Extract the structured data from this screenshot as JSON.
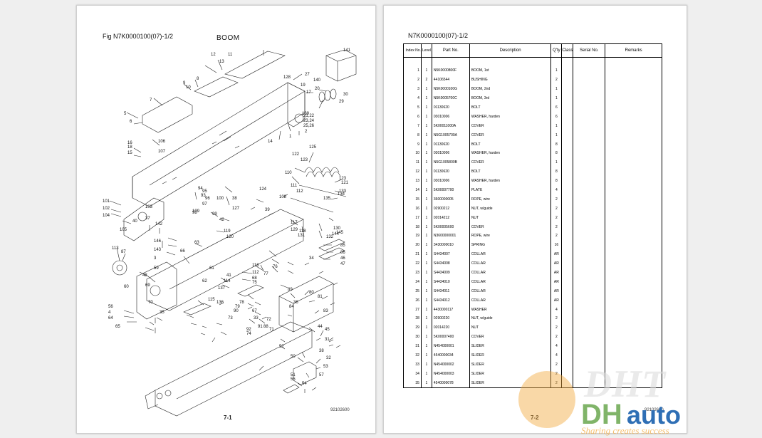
{
  "left_page": {
    "fig_label": "Fig  N7K0000100(07)-1/2",
    "figure_name": "BOOM",
    "page_number": "7-1",
    "drawing_code": "92102600",
    "callouts": [
      "12",
      "13",
      "11",
      "9",
      "10",
      "8",
      "7",
      "5",
      "6",
      "128",
      "19",
      "17",
      "20",
      "27",
      "140",
      "141",
      "139",
      "21,22",
      "23,24",
      "25,26",
      "29",
      "30",
      "1",
      "2",
      "14",
      "106",
      "107",
      "18",
      "16",
      "15",
      "122",
      "123",
      "125",
      "110",
      "111",
      "112",
      "121",
      "123",
      "124",
      "94",
      "93",
      "95",
      "96",
      "97",
      "99",
      "98",
      "100",
      "109",
      "38",
      "101",
      "102",
      "104",
      "103",
      "105",
      "37",
      "142",
      "40",
      "108",
      "127",
      "135",
      "134",
      "133",
      "39",
      "42",
      "119",
      "120",
      "117",
      "118",
      "129",
      "131",
      "130",
      "132",
      "144",
      "145",
      "146",
      "143",
      "3",
      "59",
      "63",
      "66",
      "113",
      "87",
      "34",
      "85",
      "86",
      "46",
      "47",
      "48",
      "69",
      "70",
      "60",
      "61",
      "62",
      "137",
      "136",
      "115",
      "114",
      "41",
      "116",
      "112",
      "68",
      "75",
      "76",
      "77",
      "89",
      "36",
      "80",
      "81",
      "83",
      "84",
      "78",
      "67",
      "33",
      "91",
      "92",
      "88",
      "90",
      "79",
      "73",
      "74",
      "72",
      "71",
      "44",
      "45",
      "31",
      "38",
      "52",
      "50",
      "32",
      "51",
      "55",
      "54",
      "53",
      "57",
      "56",
      "4",
      "64",
      "65",
      "35"
    ]
  },
  "right_page": {
    "title": "N7K0000100(07)-1/2",
    "page_number": "7-2",
    "drawing_code": "92102600",
    "columns": [
      "Index No.",
      "Level",
      "Part No.",
      "Description",
      "Q'ty",
      "Class",
      "Serial No.",
      "Remarks"
    ],
    "rows": [
      [
        "1",
        "1",
        "N5K0000800F",
        "BOOM, 1st",
        "1"
      ],
      [
        "2",
        "2",
        "44106544",
        "BUSHING",
        "2"
      ],
      [
        "3",
        "1",
        "N5K0000100G",
        "BOOM, 2nd",
        "1"
      ],
      [
        "4",
        "1",
        "N5K0005700C",
        "BOOM, 3rd",
        "1"
      ],
      [
        "5",
        "1",
        "01130620",
        "BOLT",
        "6"
      ],
      [
        "6",
        "1",
        "03010006",
        "WASHER, harden",
        "6"
      ],
      [
        "7",
        "1",
        "5K00011000A",
        "COVER",
        "1"
      ],
      [
        "8",
        "1",
        "N5G1005700A",
        "COVER",
        "1"
      ],
      [
        "9",
        "1",
        "01130620",
        "BOLT",
        "8"
      ],
      [
        "10",
        "1",
        "03010006",
        "WASHER, harden",
        "8"
      ],
      [
        "11",
        "1",
        "N5G1005800B",
        "COVER",
        "1"
      ],
      [
        "12",
        "1",
        "01130620",
        "BOLT",
        "8"
      ],
      [
        "13",
        "1",
        "03010006",
        "WASHER, harden",
        "8"
      ],
      [
        "14",
        "1",
        "5K00007700",
        "PLATE",
        "4"
      ],
      [
        "15",
        "1",
        "3600000005",
        "ROPE, wire",
        "2"
      ],
      [
        "16",
        "1",
        "02900212",
        "NUT, w/guide",
        "2"
      ],
      [
        "17",
        "1",
        "02014212",
        "NUT",
        "2"
      ],
      [
        "18",
        "1",
        "5K00005600",
        "COVER",
        "2"
      ],
      [
        "19",
        "1",
        "N3600000001",
        "ROPE, wire",
        "2"
      ],
      [
        "20",
        "1",
        "3430000010",
        "SPRING",
        "16"
      ],
      [
        "21",
        "1",
        "S4434007",
        "COLLAR",
        "AR"
      ],
      [
        "22",
        "1",
        "S4434008",
        "COLLAR",
        "AR"
      ],
      [
        "23",
        "1",
        "S4434009",
        "COLLAR",
        "AR"
      ],
      [
        "24",
        "1",
        "S4434010",
        "COLLAR",
        "AR"
      ],
      [
        "25",
        "1",
        "S4434011",
        "COLLAR",
        "AR"
      ],
      [
        "26",
        "1",
        "S4434012",
        "COLLAR",
        "AR"
      ],
      [
        "27",
        "1",
        "4430000117",
        "WASHER",
        "4"
      ],
      [
        "28",
        "1",
        "02900220",
        "NUT, w/guide",
        "2"
      ],
      [
        "29",
        "1",
        "02014220",
        "NUT",
        "2"
      ],
      [
        "30",
        "1",
        "5K00007400",
        "COVER",
        "2"
      ],
      [
        "31",
        "1",
        "N454000001",
        "SLIDER",
        "4"
      ],
      [
        "32",
        "1",
        "4540000034",
        "SLIDER",
        "4"
      ],
      [
        "33",
        "1",
        "N454000002",
        "SLIDER",
        "2"
      ],
      [
        "34",
        "1",
        "N454000003",
        "SLIDER",
        "2"
      ],
      [
        "35",
        "1",
        "4540000078",
        "SLIDER",
        "2"
      ]
    ]
  },
  "watermark": {
    "logo_text": "DHT auto",
    "tagline": "Sharing creates success",
    "colors": {
      "orange": "#f2a93b",
      "green": "#6aa84f",
      "blue": "#2f6fb5"
    }
  }
}
